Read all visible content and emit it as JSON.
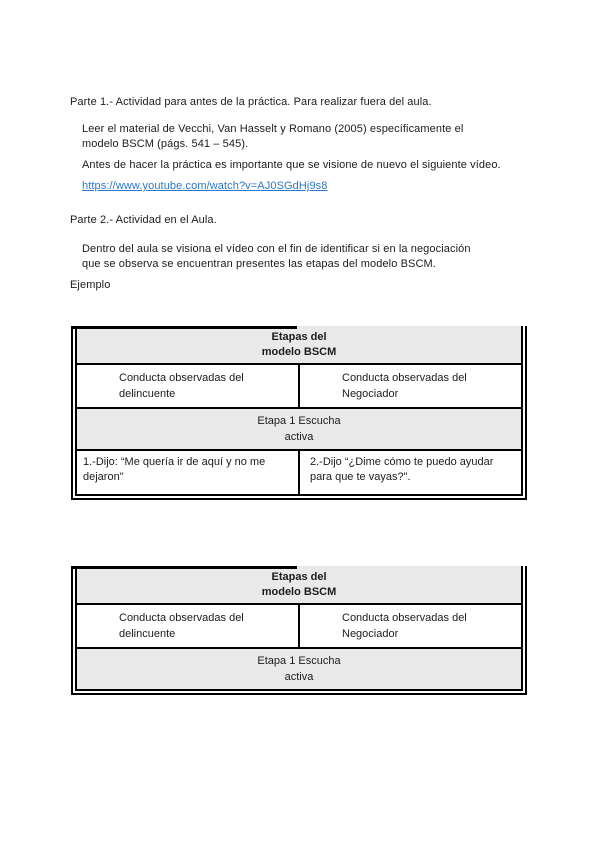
{
  "colors": {
    "link": "#2e77cc",
    "table_header_bg": "#e9e9e9",
    "table_border": "#000000",
    "text": "#1c1c1c"
  },
  "content": {
    "parte1_heading": "Parte 1.- Actividad para antes de la práctica. Para realizar fuera del aula.",
    "parte1_item_reading": "Leer el material de Vecchi, Van Hasselt y Romano (2005) específicamente el\nmodelo BSCM (págs. 541 – 545).",
    "parte1_item_video": "Antes de hacer la práctica es importante que se visione de nuevo el siguiente vídeo.",
    "video_link": "https://www.youtube.com/watch?v=AJ0SGdHj9s8",
    "parte2_heading": "Parte 2.- Actividad en el Aula.",
    "parte2_item": "Dentro del aula se visiona el vídeo con el fin de identificar si en la negociación\nque se observa se encuentran presentes las etapas del modelo BSCM.",
    "ejemplo_label": "Ejemplo"
  },
  "table1": {
    "title": "Etapas del\nmodelo BSCM",
    "col_left": "Conducta observadas del\ndelincuente",
    "col_right": "Conducta observadas del\nNegociador",
    "stage": "Etapa 1 Escucha\nactiva",
    "cell_left": "1.-Dijo: “Me quería ir de aquí y no me\ndejaron\"",
    "cell_right": "2.-Dijo “¿Dime cómo te puedo ayudar\npara que te vayas?\"."
  },
  "table2": {
    "title": "Etapas del\nmodelo BSCM",
    "col_left": "Conducta observadas del\ndelincuente",
    "col_right": "Conducta observadas del\nNegociador",
    "stage": "Etapa 1 Escucha\nactiva"
  }
}
